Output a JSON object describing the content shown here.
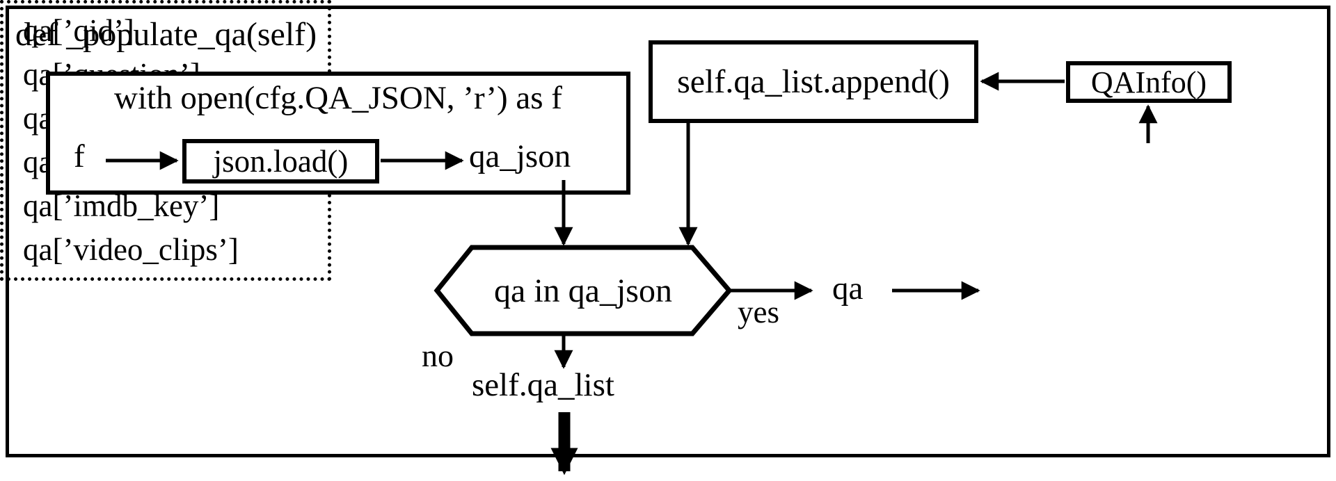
{
  "title": "def _populate_qa(self)",
  "with_open": {
    "header": "with open(cfg.QA_JSON, ’r’) as f",
    "input_var": "f",
    "call": "json.load()",
    "result_var": "qa_json"
  },
  "append_call": "self.qa_list.append()",
  "constructor_call": "QAInfo()",
  "loop": {
    "condition": "qa in qa_json",
    "yes_label": "yes",
    "no_label": "no",
    "item_var": "qa"
  },
  "output_var": "self.qa_list",
  "qa_fields": [
    "qa[’qid’]",
    "qa[’question’]",
    "qa[’answers’]",
    "qa[’correct_index’]",
    "qa[’imdb_key’]",
    "qa[’video_clips’]"
  ],
  "colors": {
    "ink": "#000000",
    "paper": "#ffffff"
  }
}
